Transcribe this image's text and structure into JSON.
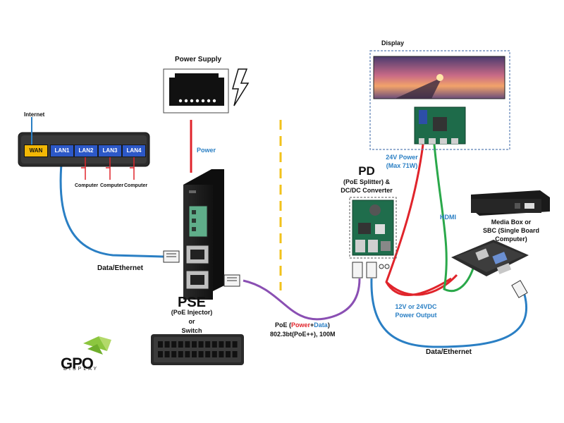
{
  "power_supply": {
    "title": "Power Supply"
  },
  "switch": {
    "internet_label": "Internet",
    "ports": [
      "WAN",
      "LAN1",
      "LAN2",
      "LAN3",
      "LAN4"
    ],
    "computer_label": "Computer"
  },
  "pse": {
    "title": "PSE",
    "subtitle": "(PoE Injector)",
    "or": "or",
    "alt": "Switch"
  },
  "pd": {
    "title": "PD",
    "line1": "(PoE Splitter) &",
    "line2": "DC/DC Converter"
  },
  "display": {
    "title": "Display"
  },
  "media_box": {
    "line1": "Media Box or",
    "line2": "SBC (Single Board",
    "line3": "Computer)"
  },
  "labels": {
    "power": "Power",
    "data_ethernet_left": "Data/Ethernet",
    "data_ethernet_right": "Data/Ethernet",
    "power_24v_line1": "24V Power",
    "power_24v_line2": "(Max 71W)",
    "hdmi": "HDMI",
    "output_line1": "12V or 24VDC",
    "output_line2": "Power Output",
    "poe_prefix": "PoE (",
    "poe_power": "Power",
    "poe_plus": "+",
    "poe_data": "Data",
    "poe_suffix": ")",
    "poe_standard": "802.3bt(PoE++),  100M"
  },
  "logo": {
    "letters": "GPO",
    "tagline": "DISPLAY"
  },
  "colors": {
    "ethernet": "#2a7fc4",
    "power": "#e0242b",
    "hdmi": "#2aa84a",
    "poe": "#8a4fb3",
    "port_wan": "#f2b705",
    "port_lan": "#2c58c7",
    "logo_green": "#8cc63f"
  }
}
